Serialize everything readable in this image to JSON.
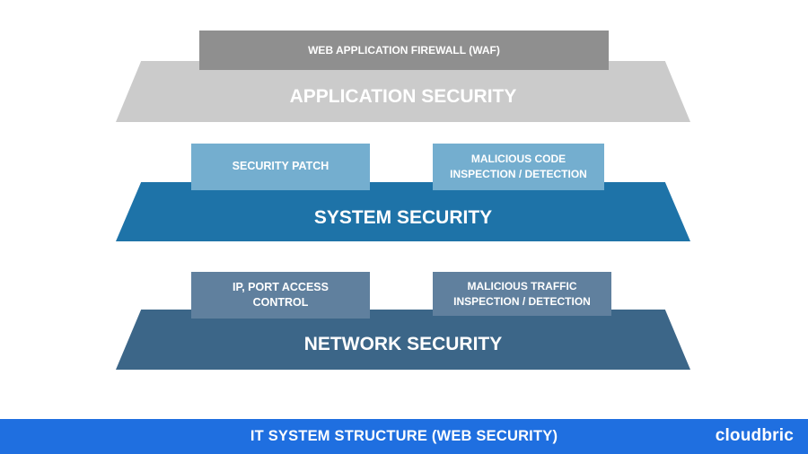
{
  "layers": {
    "application": {
      "label": "APPLICATION SECURITY",
      "items": [
        "WEB APPLICATION FIREWALL (WAF)"
      ]
    },
    "system": {
      "label": "SYSTEM SECURITY",
      "items": [
        "SECURITY PATCH",
        "MALICIOUS CODE\nINSPECTION / DETECTION"
      ]
    },
    "network": {
      "label": "NETWORK SECURITY",
      "items": [
        "IP, PORT ACCESS\nCONTROL",
        "MALICIOUS TRAFFIC\nINSPECTION / DETECTION"
      ]
    }
  },
  "footer": {
    "title": "IT SYSTEM STRUCTURE (WEB SECURITY)",
    "brand": "cloudbric"
  },
  "colors": {
    "application_layer": "#cbcbcb",
    "application_item": "#8f8f8f",
    "system_layer": "#1e73a8",
    "system_item": "#74aecf",
    "network_layer": "#3c6688",
    "network_item": "#60809e",
    "footer_bg": "#1f6fe0"
  }
}
